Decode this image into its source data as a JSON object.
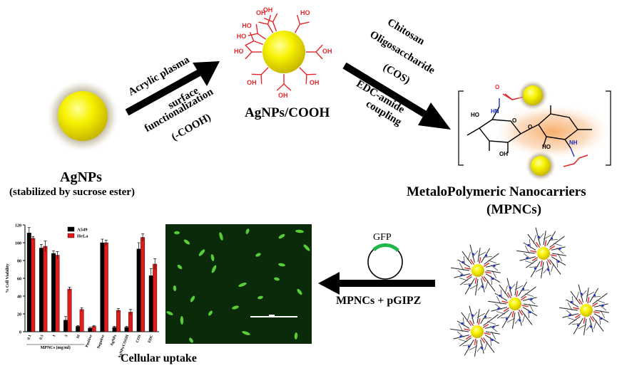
{
  "labels": {
    "agnps_title": "AgNPs",
    "agnps_sub": "(stabilized by sucrose ester)",
    "agnps_cooh": "AgNPs/COOH",
    "step1_line1": "Acrylic plasma",
    "step1_line2": "surface",
    "step1_line3": "functionalization",
    "step1_line4": "(-COOH)",
    "step2_line1": "Chitosan",
    "step2_line2": "Oligosaccharide",
    "step2_line3": "(COS)",
    "step2_line4": "EDC-amide",
    "step2_line5": "coupling",
    "mpnc_title": "MetaloPolymeric Nanocarriers",
    "mpnc_abbr": "(MPNCs)",
    "step3_label": "MPNCs + pGIPZ",
    "gfp": "GFP",
    "cellular_uptake": "Cellular uptake"
  },
  "cooh_groups": [
    "OH",
    "HO",
    "OH",
    "OH",
    "OH",
    "OH",
    "HO",
    "HO",
    "OH",
    "HO"
  ],
  "cos_labels": {
    "hn1": "HN",
    "hn2": "NH",
    "o1": "O",
    "o2": "O",
    "o3": "O",
    "ho1": "HO",
    "ho2": "HO",
    "oh": "OH"
  },
  "chart_data": {
    "type": "bar",
    "ylabel": "% Cell Viability",
    "xlabel": "MPNCs (mg/ml)",
    "ylim": [
      0,
      120
    ],
    "yticks": [
      0,
      20,
      40,
      60,
      80,
      100,
      120
    ],
    "categories": [
      "0.1",
      "0.5",
      "1",
      "5",
      "10",
      "Positive",
      "Negative",
      "AgNPs",
      "AgNPs/COOH",
      "COS",
      "EDC"
    ],
    "series": [
      {
        "name": "A549",
        "color": "#000000",
        "values": [
          111,
          94,
          88,
          13,
          6,
          4,
          100,
          5,
          5,
          93,
          63
        ],
        "errors": [
          6,
          4,
          3,
          4,
          1,
          1,
          4,
          1,
          1,
          7,
          8
        ]
      },
      {
        "name": "HeLa",
        "color": "#e21b1b",
        "values": [
          105,
          96,
          86,
          48,
          25,
          6,
          100,
          24,
          22,
          106,
          76
        ],
        "errors": [
          2,
          6,
          4,
          2,
          2,
          1,
          3,
          2,
          3,
          4,
          6
        ]
      }
    ],
    "legend": "top-left"
  },
  "colors": {
    "np_yellow": "#f2f000",
    "arrow": "#000000",
    "cooh_red": "#e3262a",
    "amide_blue": "#1e2ccc",
    "gfp_green": "#1fb74a",
    "micro_bg": "#0a2a0a"
  }
}
